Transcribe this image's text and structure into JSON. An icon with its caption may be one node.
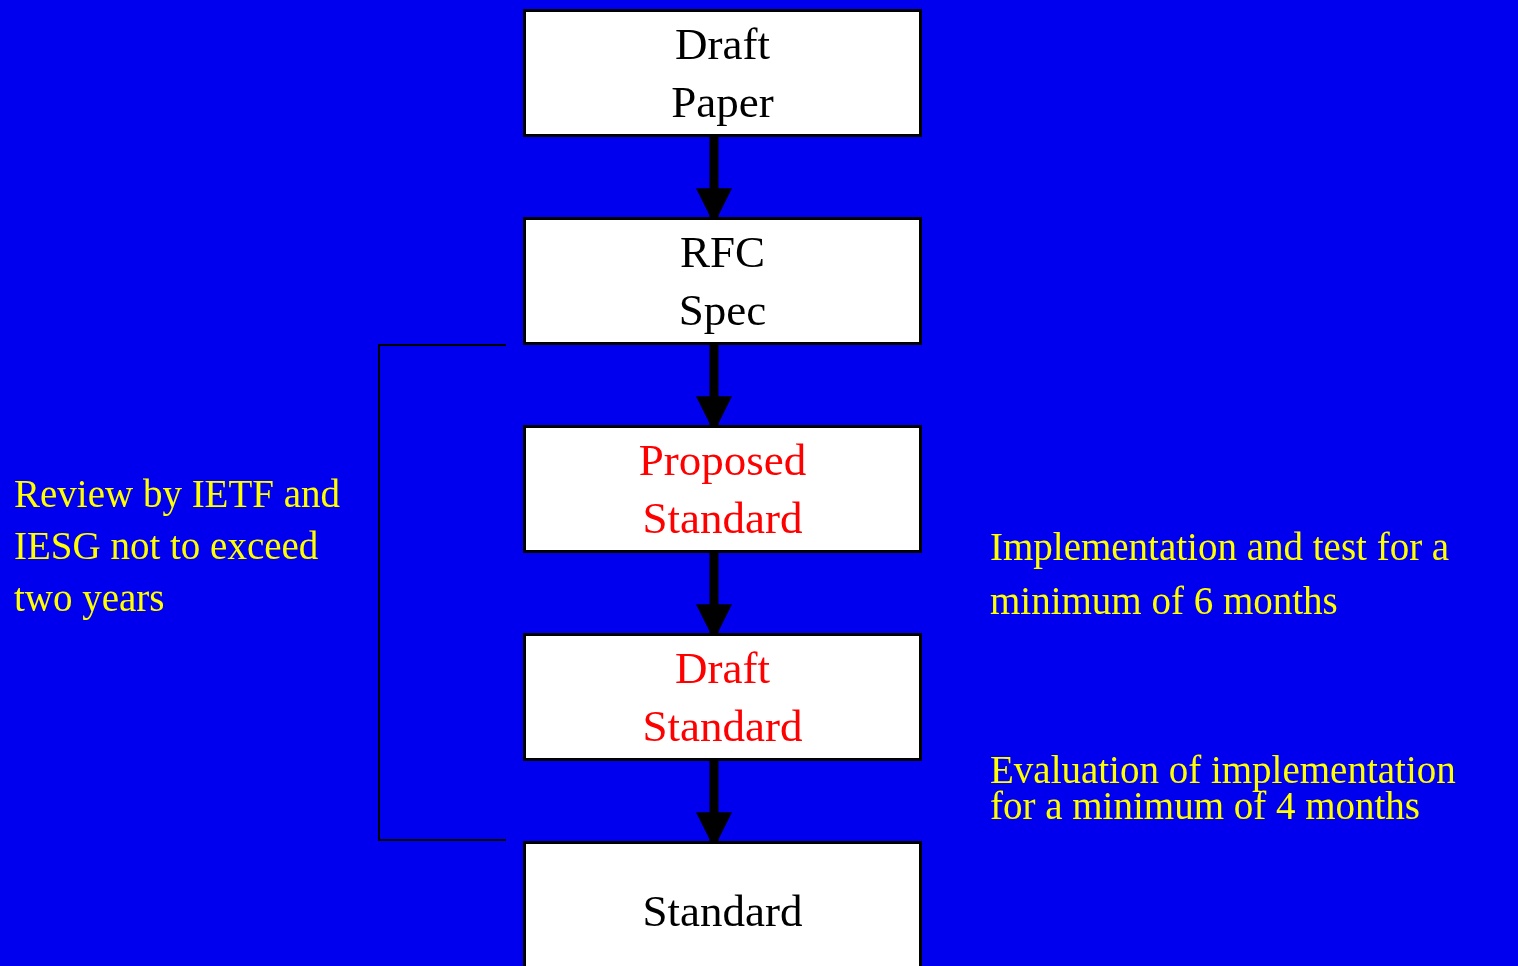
{
  "diagram": {
    "nodes": [
      {
        "text": [
          "Draft Paper"
        ]
      },
      {
        "text": [
          "RFC Spec"
        ]
      },
      {
        "text": [
          "Proposed Standard"
        ]
      },
      {
        "text": [
          "Draft Standard"
        ]
      },
      {
        "text": [
          "Standard"
        ]
      }
    ],
    "edges": [
      {
        "from": 0,
        "to": 1,
        "arrow": "to"
      },
      {
        "from": 1,
        "to": 2,
        "arrow": "to"
      },
      {
        "from": 2,
        "to": 3,
        "arrow": "to"
      },
      {
        "from": 3,
        "to": 4,
        "arrow": "to"
      }
    ],
    "labels": [
      "Review by IETF and IESG not to exceed two years",
      "Implementation and test for a minimum of 6 months",
      "Evaluation of implementation for a minimum of 4 months"
    ]
  }
}
